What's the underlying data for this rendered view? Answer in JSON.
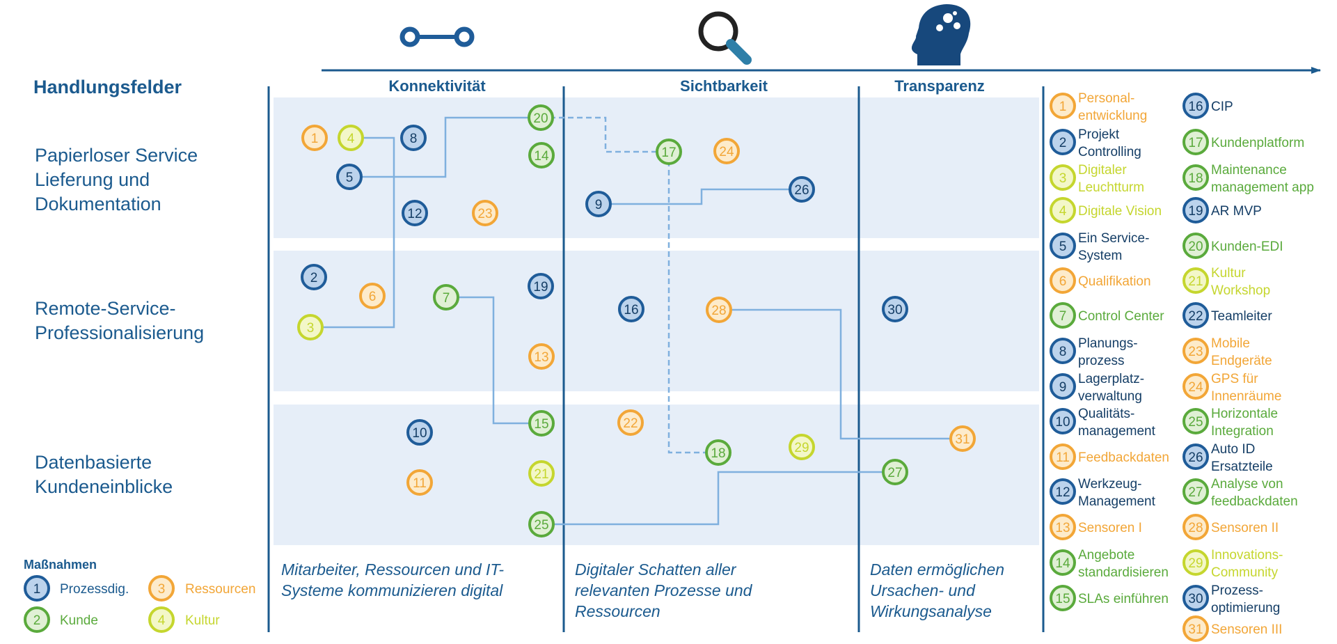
{
  "colors": {
    "prozessdig": "#1F5C99",
    "kunde": "#5AAA3C",
    "ressourcen": "#F2A637",
    "kultur": "#C5D62E",
    "title": "#1B5A8E",
    "axis": "#1B5A8E",
    "band": "#E6EEF8",
    "link": "#7FB0DE"
  },
  "title": "Handlungsfelder",
  "phases": [
    {
      "label": "Konnektivität",
      "icon": "connection-icon",
      "caption": [
        "Mitarbeiter, Ressourcen und IT-",
        "Systeme kommunizieren digital"
      ]
    },
    {
      "label": "Sichtbarkeit",
      "icon": "magnifier-icon",
      "caption": [
        "Digitaler Schatten aller",
        "relevanten Prozesse und",
        "Ressourcen"
      ]
    },
    {
      "label": "Transparenz",
      "icon": "brain-gears-icon",
      "caption": [
        "Daten ermöglichen",
        "Ursachen- und",
        "Wirkungsanalyse"
      ]
    }
  ],
  "rows": [
    {
      "label": [
        "Papierloser Service",
        "Lieferung und",
        "Dokumentation"
      ]
    },
    {
      "label": [
        "Remote-Service-",
        "Professionalisierung"
      ]
    },
    {
      "label": [
        "Datenbasierte",
        "Kundeneinblicke"
      ]
    }
  ],
  "nodes": [
    {
      "n": "1",
      "cat": "ressourcen"
    },
    {
      "n": "4",
      "cat": "kultur"
    },
    {
      "n": "8",
      "cat": "prozessdig"
    },
    {
      "n": "5",
      "cat": "prozessdig"
    },
    {
      "n": "12",
      "cat": "prozessdig"
    },
    {
      "n": "23",
      "cat": "ressourcen"
    },
    {
      "n": "20",
      "cat": "kunde"
    },
    {
      "n": "14",
      "cat": "kunde"
    },
    {
      "n": "17",
      "cat": "kunde"
    },
    {
      "n": "24",
      "cat": "ressourcen"
    },
    {
      "n": "9",
      "cat": "prozessdig"
    },
    {
      "n": "26",
      "cat": "prozessdig"
    },
    {
      "n": "2",
      "cat": "prozessdig"
    },
    {
      "n": "6",
      "cat": "ressourcen"
    },
    {
      "n": "7",
      "cat": "kunde"
    },
    {
      "n": "3",
      "cat": "kultur"
    },
    {
      "n": "19",
      "cat": "prozessdig"
    },
    {
      "n": "13",
      "cat": "ressourcen"
    },
    {
      "n": "16",
      "cat": "prozessdig"
    },
    {
      "n": "28",
      "cat": "ressourcen"
    },
    {
      "n": "30",
      "cat": "prozessdig"
    },
    {
      "n": "10",
      "cat": "prozessdig"
    },
    {
      "n": "11",
      "cat": "ressourcen"
    },
    {
      "n": "15",
      "cat": "kunde"
    },
    {
      "n": "21",
      "cat": "kultur"
    },
    {
      "n": "25",
      "cat": "kunde"
    },
    {
      "n": "22",
      "cat": "ressourcen"
    },
    {
      "n": "18",
      "cat": "kunde"
    },
    {
      "n": "29",
      "cat": "kultur"
    },
    {
      "n": "31",
      "cat": "ressourcen"
    },
    {
      "n": "27",
      "cat": "kunde"
    }
  ],
  "legend": {
    "title": "Maßnahmen",
    "items": [
      {
        "n": "1",
        "label": "Prozessdig.",
        "cat": "prozessdig"
      },
      {
        "n": "3",
        "label": "Ressourcen",
        "cat": "ressourcen"
      },
      {
        "n": "2",
        "label": "Kunde",
        "cat": "kunde"
      },
      {
        "n": "4",
        "label": "Kultur",
        "cat": "kultur"
      }
    ]
  },
  "measures": [
    {
      "n": "1",
      "cat": "ressourcen",
      "lines": [
        "Personal-",
        "entwicklung"
      ]
    },
    {
      "n": "2",
      "cat": "prozessdig",
      "lines": [
        "Projekt",
        "Controlling"
      ]
    },
    {
      "n": "3",
      "cat": "kultur",
      "lines": [
        "Digitaler",
        "Leuchtturm"
      ]
    },
    {
      "n": "4",
      "cat": "kultur",
      "lines": [
        "Digitale Vision"
      ]
    },
    {
      "n": "5",
      "cat": "prozessdig",
      "lines": [
        "Ein Service-",
        "System"
      ]
    },
    {
      "n": "6",
      "cat": "ressourcen",
      "lines": [
        "Qualifikation"
      ]
    },
    {
      "n": "7",
      "cat": "kunde",
      "lines": [
        "Control Center"
      ]
    },
    {
      "n": "8",
      "cat": "prozessdig",
      "lines": [
        "Planungs-",
        "prozess"
      ]
    },
    {
      "n": "9",
      "cat": "prozessdig",
      "lines": [
        "Lagerplatz-",
        "verwaltung"
      ]
    },
    {
      "n": "10",
      "cat": "prozessdig",
      "lines": [
        "Qualitäts-",
        "management"
      ]
    },
    {
      "n": "11",
      "cat": "ressourcen",
      "lines": [
        "Feedbackdaten"
      ]
    },
    {
      "n": "12",
      "cat": "prozessdig",
      "lines": [
        "Werkzeug-",
        "Management"
      ]
    },
    {
      "n": "13",
      "cat": "ressourcen",
      "lines": [
        "Sensoren I"
      ]
    },
    {
      "n": "14",
      "cat": "kunde",
      "lines": [
        "Angebote",
        "standardisieren"
      ]
    },
    {
      "n": "15",
      "cat": "kunde",
      "lines": [
        "SLAs einführen"
      ]
    },
    {
      "n": "16",
      "cat": "prozessdig",
      "lines": [
        "CIP"
      ]
    },
    {
      "n": "17",
      "cat": "kunde",
      "lines": [
        "Kundenplatform"
      ]
    },
    {
      "n": "18",
      "cat": "kunde",
      "lines": [
        "Maintenance",
        "management app"
      ]
    },
    {
      "n": "19",
      "cat": "prozessdig",
      "lines": [
        "AR MVP"
      ]
    },
    {
      "n": "20",
      "cat": "kunde",
      "lines": [
        "Kunden-EDI"
      ]
    },
    {
      "n": "21",
      "cat": "kultur",
      "lines": [
        "Kultur",
        "Workshop"
      ]
    },
    {
      "n": "22",
      "cat": "prozessdig",
      "lines": [
        "Teamleiter"
      ]
    },
    {
      "n": "23",
      "cat": "ressourcen",
      "lines": [
        "Mobile",
        "Endgeräte"
      ]
    },
    {
      "n": "24",
      "cat": "ressourcen",
      "lines": [
        "GPS für",
        "Innenräume"
      ]
    },
    {
      "n": "25",
      "cat": "kunde",
      "lines": [
        "Horizontale",
        "Integration"
      ]
    },
    {
      "n": "26",
      "cat": "prozessdig",
      "lines": [
        "Auto ID",
        "Ersatzteile"
      ]
    },
    {
      "n": "27",
      "cat": "kunde",
      "lines": [
        "Analyse von",
        "feedbackdaten"
      ]
    },
    {
      "n": "28",
      "cat": "ressourcen",
      "lines": [
        "Sensoren II"
      ]
    },
    {
      "n": "29",
      "cat": "kultur",
      "lines": [
        "Innovations-",
        "Community"
      ]
    },
    {
      "n": "30",
      "cat": "prozessdig",
      "lines": [
        "Prozess-",
        "optimierung"
      ]
    },
    {
      "n": "31",
      "cat": "ressourcen",
      "lines": [
        "Sensoren III"
      ]
    }
  ]
}
